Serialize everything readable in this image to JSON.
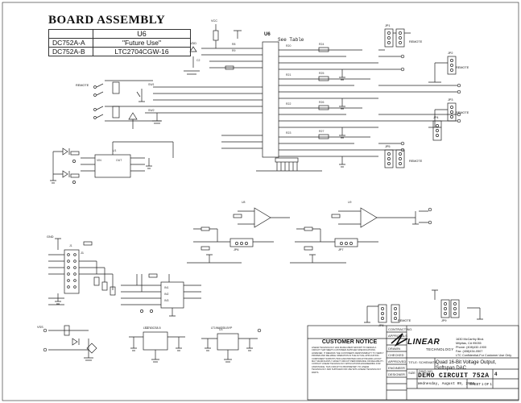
{
  "board_assembly": {
    "title": "BOARD ASSEMBLY",
    "column_header": "U6",
    "rows": [
      {
        "assembly": "DC752A-A",
        "u6": "\"Future Use\""
      },
      {
        "assembly": "DC752A-B",
        "u6": "LTC2704CGW-16"
      }
    ]
  },
  "main_ic": {
    "designator": "U6",
    "part": "See Table"
  },
  "components": {
    "net_labels": [
      "REMOTE",
      "REMOTE",
      "REMOTE",
      "REMOTE",
      "REMOTE",
      "REMOTE"
    ],
    "jumpers": [
      "JP1",
      "JP2",
      "JP3",
      "JP4",
      "JP5",
      "JP6",
      "JP7",
      "JP8",
      "JP9"
    ],
    "rails": [
      "VCC",
      "VDD",
      "GND",
      "VSS"
    ],
    "regulators": [
      "LT1763CS8-5",
      "LT1964ES5-BYP"
    ],
    "connector": "J1"
  },
  "customer_notice": {
    "title": "CUSTOMER NOTICE",
    "body": "LINEAR TECHNOLOGY HAS MADE A BEST EFFORT TO DESIGN A CIRCUIT THAT MEETS CUSTOMER-SUPPLIED SPECIFICATIONS; HOWEVER, IT REMAINS THE CUSTOMER'S RESPONSIBILITY TO VERIFY PROPER AND RELIABLE OPERATION IN THE ACTUAL APPLICATION. COMPONENT SUBSTITUTION AND PRINTED CIRCUIT BOARD LAYOUT MAY SIGNIFICANTLY AFFECT CIRCUIT PERFORMANCE OR RELIABILITY. CONTACT LINEAR TECHNOLOGY APPLICATIONS ENGINEERING FOR ASSISTANCE. THIS CIRCUIT IS PROPRIETARY TO LINEAR TECHNOLOGY AND SUPPLIED FOR USE WITH LINEAR TECHNOLOGY PARTS."
  },
  "title_block": {
    "contract_no": "CONTRACT NO.",
    "approvals": "APPROVALS",
    "drawn": "DRAWN",
    "checked": "CHECKED",
    "approved": "APPROVED",
    "engineer": "ENGINEER",
    "designer": "DESIGNER",
    "company": "LINEAR",
    "company_sub": "TECHNOLOGY",
    "address": [
      "1630 McCarthy Blvd.",
      "Milpitas, CA 95035",
      "Phone: (408)432-1900",
      "Fax: (408)434-0507",
      "LTC Confidential-For Customer Use Only"
    ],
    "title_label": "TITLE: SCHEMATIC",
    "title_line1": "Quad 16-Bit Voltage Output,",
    "title_line2": "Softspan DAC",
    "size": "SIZE",
    "dwg_no": "DWG NO.",
    "main_title": "DEMO CIRCUIT 752A",
    "rev": "4",
    "date": "Wednesday, August 09, 2006",
    "sheet": "SHEET 1 OF 1"
  }
}
